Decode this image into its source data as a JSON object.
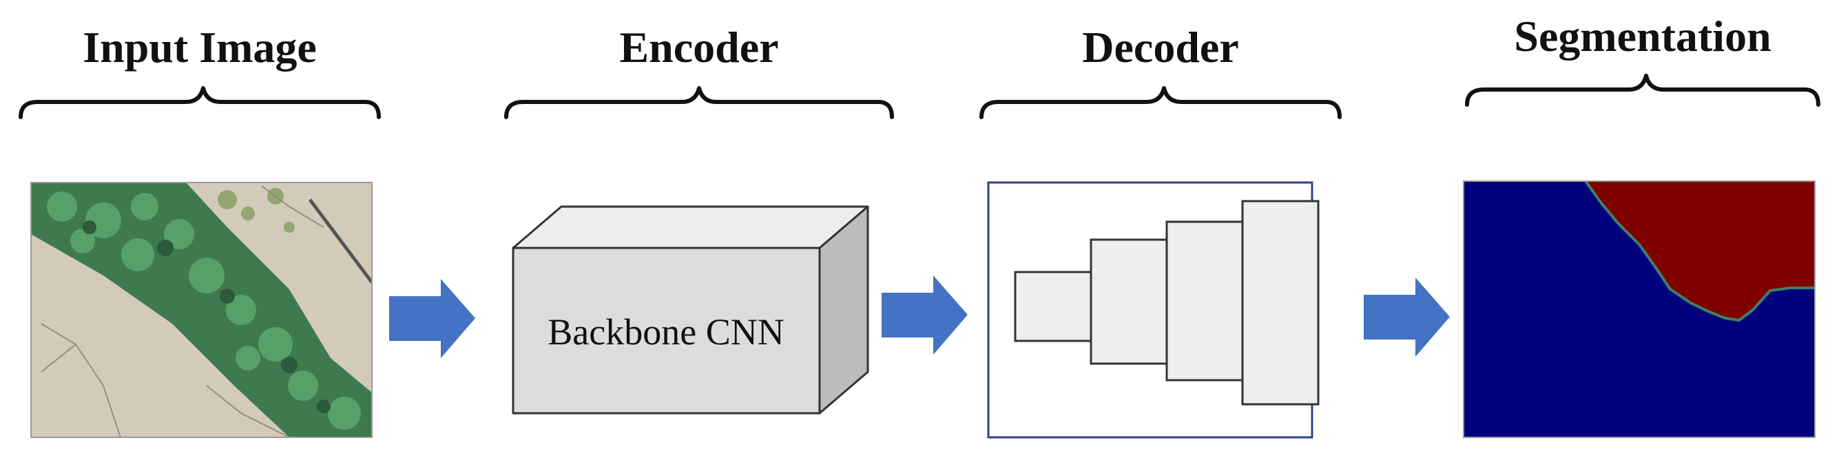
{
  "stages": [
    {
      "title": "Input Image"
    },
    {
      "title": "Encoder",
      "box_label": "Backbone CNN"
    },
    {
      "title": "Decoder"
    },
    {
      "title": "Segmentation"
    }
  ],
  "colors": {
    "arrow": "#4472c4",
    "decoder_border": "#2f3f8f",
    "encoder_front": "#dcdcdc",
    "encoder_top": "#ededed",
    "encoder_side": "#bdbdbd",
    "decoder_block": "#eeeeee",
    "seg_background": "#00007f",
    "seg_foreground": "#800000",
    "leaf_green": "#3f7a4f",
    "soil": "#cfc6b5"
  },
  "icons": [
    "right-arrow-icon",
    "brace-icon"
  ]
}
